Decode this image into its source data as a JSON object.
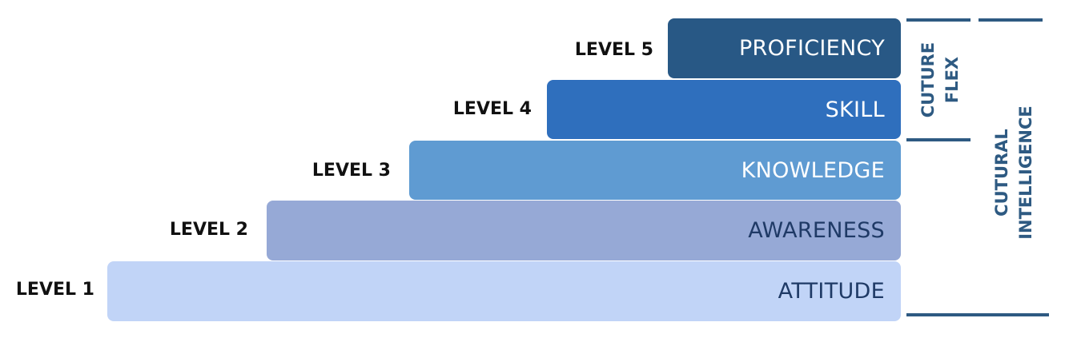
{
  "levels": [
    {
      "level": "LEVEL 1",
      "name": "ATTITUDE",
      "fill": "#c1d4f7",
      "text_color": "#1f3a66"
    },
    {
      "level": "LEVEL 2",
      "name": "AWARENESS",
      "fill": "#96a9d6",
      "text_color": "#1f3a66"
    },
    {
      "level": "LEVEL 3",
      "name": "KNOWLEDGE",
      "fill": "#5f9bd2",
      "text_color": "#ffffff"
    },
    {
      "level": "LEVEL 4",
      "name": "SKILL",
      "fill": "#2f6fbd",
      "text_color": "#ffffff"
    },
    {
      "level": "LEVEL 5",
      "name": "PROFICIENCY",
      "fill": "#285885",
      "text_color": "#ffffff"
    }
  ],
  "brackets": {
    "culture_flex": {
      "line1": "CUTURE",
      "line2": "FLEX"
    },
    "cultural_intelligence": {
      "line1": "CUTURAL",
      "line2": "INTELLIGENCE"
    },
    "color": "#2e5a82"
  }
}
